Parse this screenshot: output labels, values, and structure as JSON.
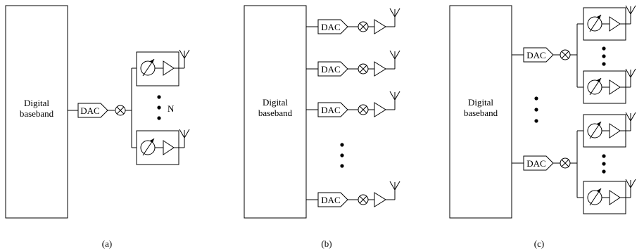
{
  "panels": [
    {
      "id": "a",
      "baseband_label_line1": "Digital",
      "baseband_label_line2": "baseband",
      "caption": "(a)",
      "dac_label": "DAC",
      "n_label": "N"
    },
    {
      "id": "b",
      "baseband_label_line1": "Digital",
      "baseband_label_line2": "baseband",
      "caption": "(b)",
      "dac_label": "DAC"
    },
    {
      "id": "c",
      "baseband_label_line1": "Digital",
      "baseband_label_line2": "baseband",
      "caption": "(c)",
      "dac_label": "DAC"
    }
  ]
}
